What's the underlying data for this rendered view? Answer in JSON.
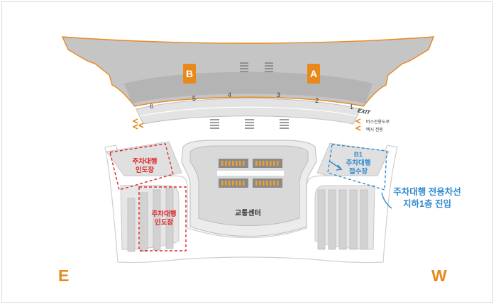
{
  "wings": {
    "east": "E",
    "west": "W"
  },
  "terminal": {
    "gate_b": "B",
    "gate_a": "A"
  },
  "curb": {
    "numbers": [
      "6",
      "5",
      "4",
      "3",
      "2",
      "1"
    ],
    "exit": "EXIT"
  },
  "lanes": {
    "bus": "버스전용도로",
    "taxi": "택시 전용"
  },
  "valet_parking": {
    "area1": [
      "주차대행",
      "인도장"
    ],
    "area2": [
      "주차대행",
      "인도장"
    ]
  },
  "valet_reception": [
    "B1",
    "주차대행",
    "접수장"
  ],
  "callout": [
    "주차대행 전용차선",
    "지하1층 진입"
  ],
  "transport_center": "교통센터",
  "colors": {
    "accent": "#e8891c",
    "valet": "#e02424",
    "reception": "#2f8ad0",
    "terminal": "#c5c5c5",
    "road": "#e3e3e3",
    "garage": "#d6d6d6"
  }
}
